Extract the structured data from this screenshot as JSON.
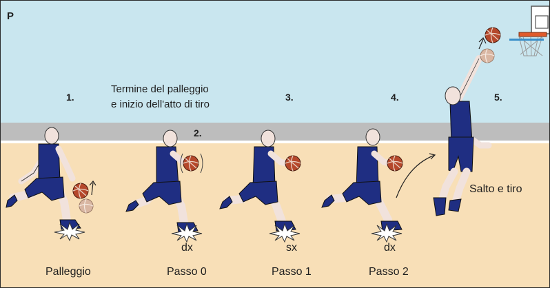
{
  "panel_label": "P",
  "caption_top": {
    "line1": "Termine del palleggio",
    "line2": "e inizio dell'atto di tiro"
  },
  "steps": [
    {
      "number": "1.",
      "label": "Palleggio"
    },
    {
      "number": "2.",
      "label": "Passo 0",
      "foot": "dx"
    },
    {
      "number": "3.",
      "label": "Passo 1",
      "foot": "sx"
    },
    {
      "number": "4.",
      "label": "Passo 2",
      "foot": "dx"
    },
    {
      "number": "5."
    }
  ],
  "jump_label": "Salto e tiro",
  "colors": {
    "sky": "#c9e6ef",
    "wall": "#bdbdbd",
    "floor": "#f8dfb7",
    "jersey": "#1f2e82",
    "skin": "#f1e2dc",
    "ball": "#b5482b",
    "hoop": "#e05a2b"
  }
}
